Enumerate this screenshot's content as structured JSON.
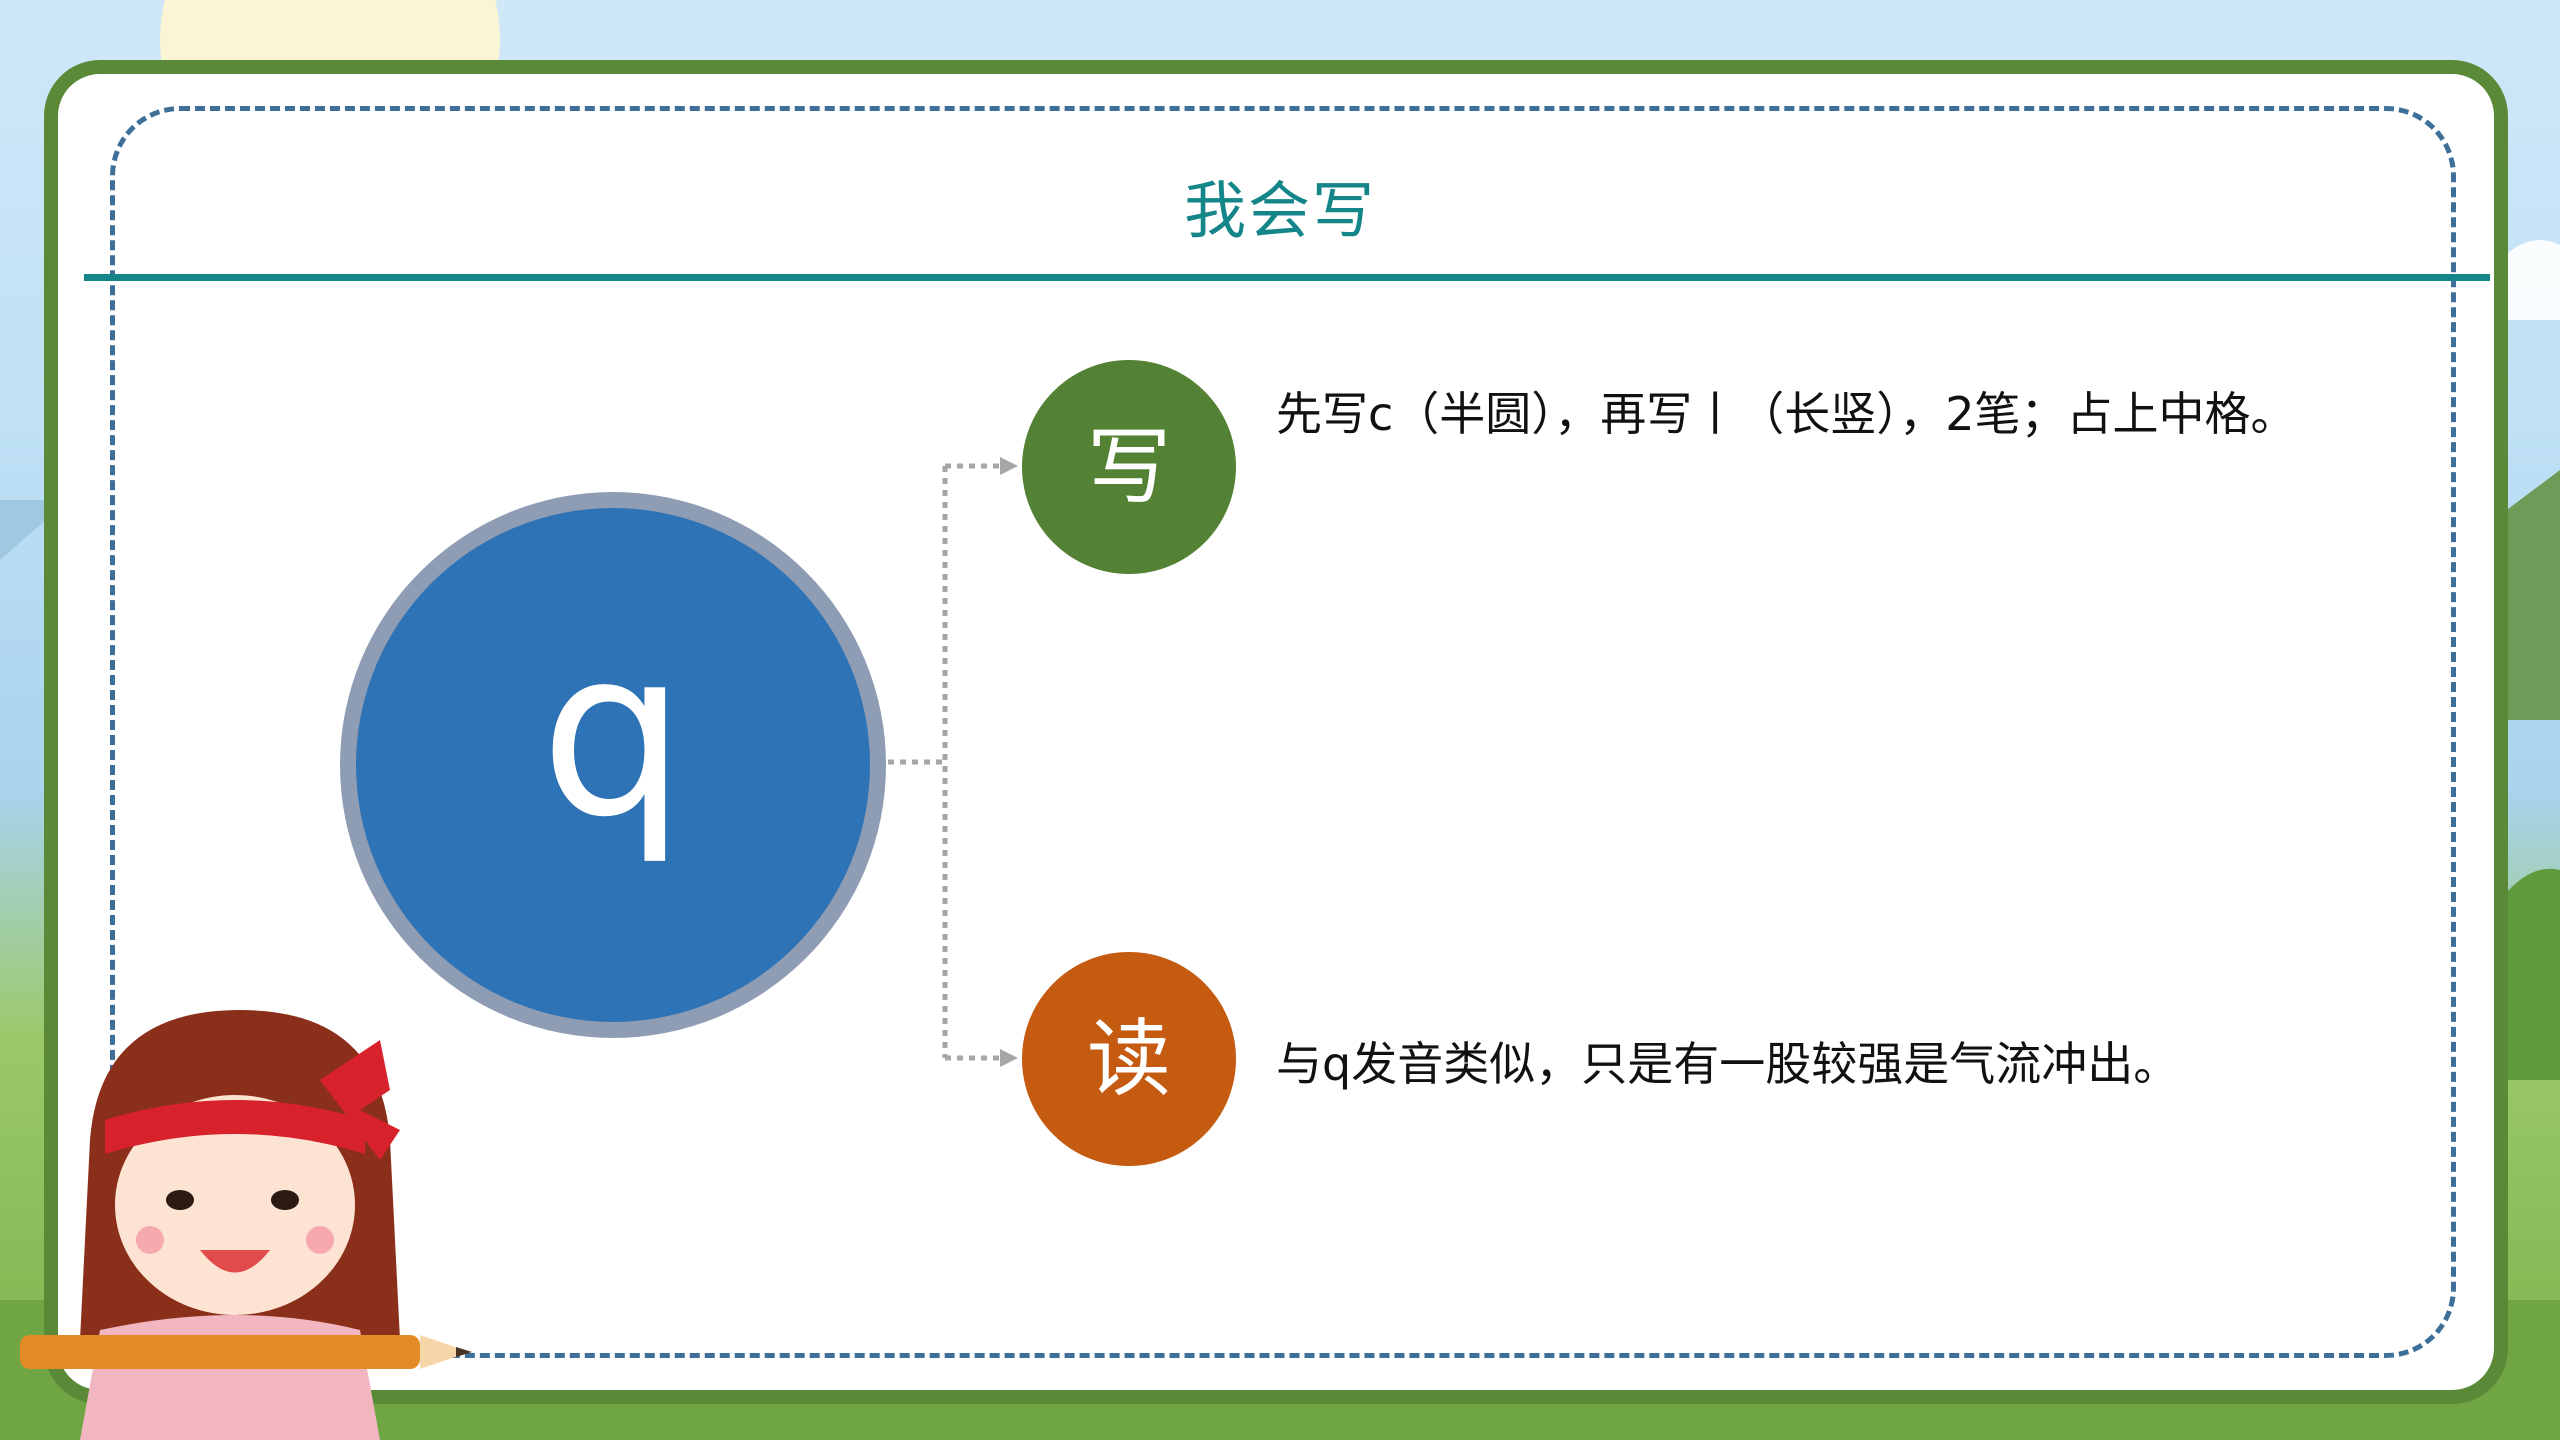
{
  "slide": {
    "title": "我会写",
    "center_letter": "q"
  },
  "items": [
    {
      "badge": "写",
      "text": "先写c（半圆），再写丨（长竖），2笔；占上中格。",
      "color": "#548235"
    },
    {
      "badge": "读",
      "text": "与q发音类似，只是有一股较强是气流冲出。",
      "color": "#c55a11"
    }
  ],
  "colors": {
    "card_border": "#5a8a38",
    "title": "#14868a",
    "frame_dash": "#3d6f98",
    "center_circle": "#2e73b5",
    "center_ring": "#8e9cb4",
    "connector": "#a6a6a6"
  },
  "icons": {
    "connector": "dotted-arrow-icon",
    "mascot": "girl-with-pencil-illustration"
  }
}
